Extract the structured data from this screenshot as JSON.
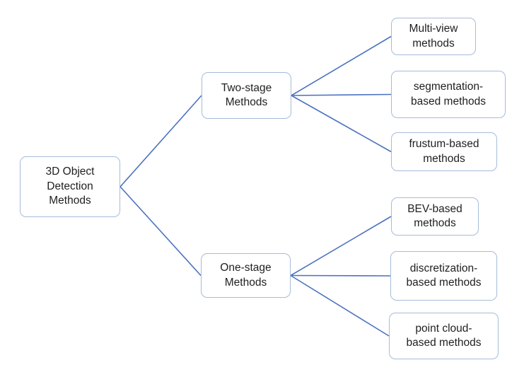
{
  "diagram": {
    "title": "3D Object Detection Methods taxonomy",
    "colors": {
      "connector": "#4b72c0",
      "node_border": "#a6bcd9",
      "node_fill": "#ffffff",
      "text": "#1f1f1f"
    },
    "nodes": [
      {
        "id": "root",
        "label": "3D Object\nDetection\nMethods"
      },
      {
        "id": "two-stage",
        "label": "Two-stage\nMethods"
      },
      {
        "id": "one-stage",
        "label": "One-stage\nMethods"
      },
      {
        "id": "multi-view",
        "label": "Multi-view\nmethods"
      },
      {
        "id": "segmentation-based",
        "label": "segmentation-\nbased methods"
      },
      {
        "id": "frustum-based",
        "label": "frustum-based\nmethods"
      },
      {
        "id": "bev-based",
        "label": "BEV-based\nmethods"
      },
      {
        "id": "discretization-based",
        "label": "discretization-\nbased methods"
      },
      {
        "id": "point-cloud-based",
        "label": "point cloud-\nbased methods"
      }
    ],
    "edges": [
      {
        "from": "root",
        "to": "two-stage"
      },
      {
        "from": "root",
        "to": "one-stage"
      },
      {
        "from": "two-stage",
        "to": "multi-view"
      },
      {
        "from": "two-stage",
        "to": "segmentation-based"
      },
      {
        "from": "two-stage",
        "to": "frustum-based"
      },
      {
        "from": "one-stage",
        "to": "bev-based"
      },
      {
        "from": "one-stage",
        "to": "discretization-based"
      },
      {
        "from": "one-stage",
        "to": "point-cloud-based"
      }
    ]
  }
}
